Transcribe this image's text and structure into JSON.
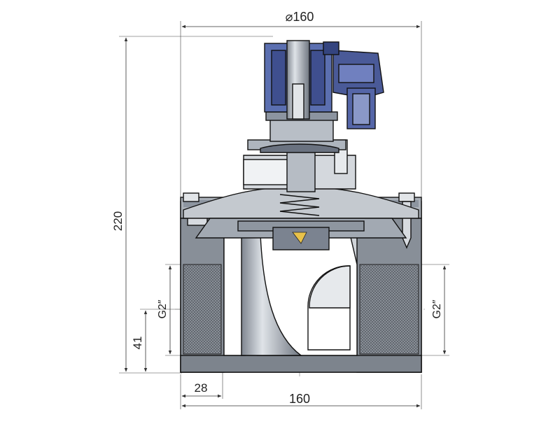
{
  "dimensions": {
    "top_diameter": "⌀160",
    "overall_height": "220",
    "port_thread_left": "G2″",
    "port_thread_right": "G2″",
    "port_center_height": "41",
    "flange_offset": "28",
    "overall_width": "160"
  },
  "colors": {
    "coil_blue": "#5b6fb0",
    "body_grey": "#cfd3d8",
    "dim_line": "#333333"
  }
}
